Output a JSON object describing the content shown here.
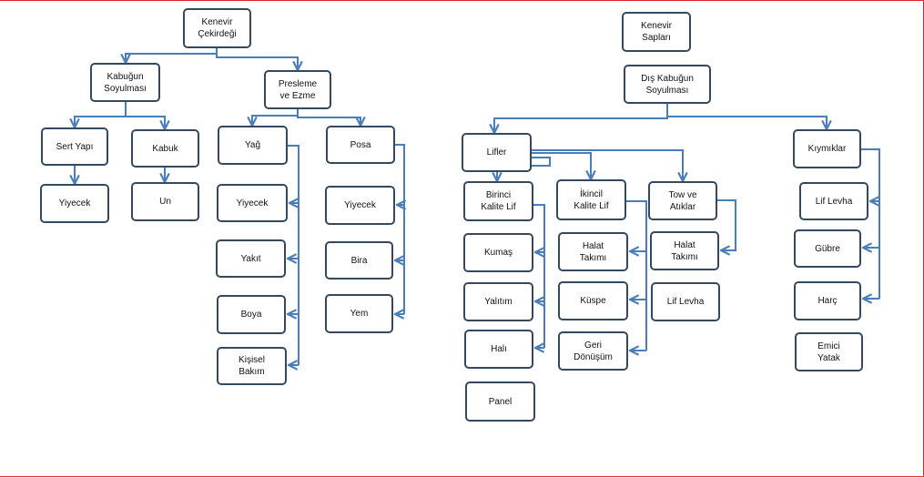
{
  "colors": {
    "connector": "#4a7ebb",
    "node_border": "#34495e",
    "frame_border": "#d9232d"
  },
  "left_tree": {
    "root": "Kenevir\nÇekirdeği",
    "hull_removal": "Kabuğun\nSoyulması",
    "pressing": "Presleme\nve Ezme",
    "hard_part": "Sert Yapı",
    "hull": "Kabuk",
    "oil": "Yağ",
    "pulp": "Posa",
    "hard_part_food": "Yiyecek",
    "flour": "Un",
    "oil_items": [
      "Yiyecek",
      "Yakıt",
      "Boya",
      "Kişisel\nBakım"
    ],
    "pulp_items": [
      "Yiyecek",
      "Bira",
      "Yem"
    ]
  },
  "right_tree": {
    "root": "Kenevir\nSapları",
    "outer_hull_removal": "Dış Kabuğun\nSoyulması",
    "fibers": "Lifler",
    "shives": "Kıymıklar",
    "first_quality": "Birinci\nKalite Lif",
    "second_quality": "İkincil\nKalite Lif",
    "tow_waste": "Tow ve\nAtıklar",
    "first_quality_items": [
      "Kumaş",
      "Yalıtım",
      "Halı",
      "Panel"
    ],
    "second_quality_items": [
      "Halat\nTakımı",
      "Küspe",
      "Geri\nDönüşüm"
    ],
    "tow_items": [
      "Halat\nTakımı",
      "Lif Levha"
    ],
    "shives_items": [
      "Lif Levha",
      "Gübre",
      "Harç",
      "Emici\nYatak"
    ]
  }
}
